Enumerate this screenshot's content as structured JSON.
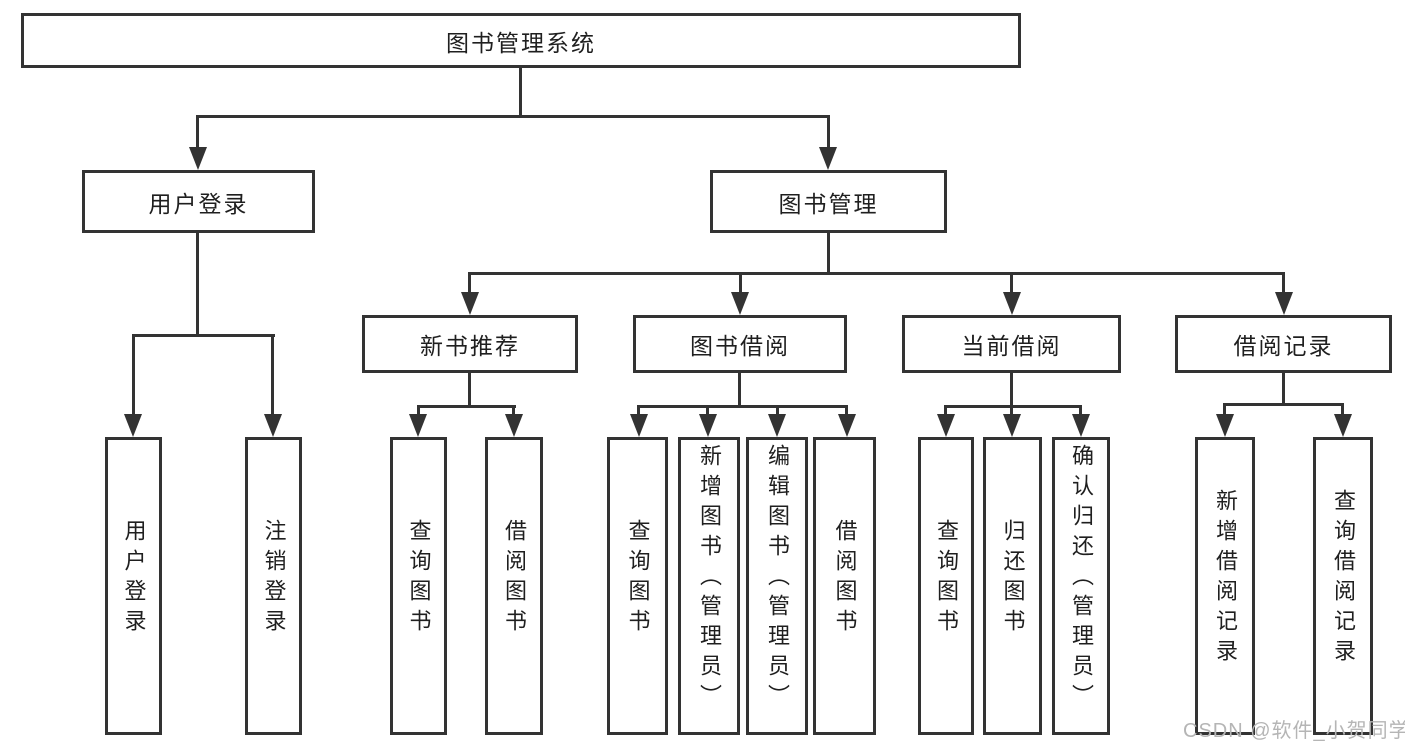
{
  "nodes": {
    "root": "图书管理系统",
    "login": "用户登录",
    "management": "图书管理",
    "recommend": "新书推荐",
    "borrow": "图书借阅",
    "current": "当前借阅",
    "records": "借阅记录",
    "leaves": {
      "login": [
        "用户登录",
        "注销登录"
      ],
      "recommend": [
        "查询图书",
        "借阅图书"
      ],
      "borrow": [
        "查询图书",
        "新增图书（管理员）",
        "编辑图书（管理员）",
        "借阅图书"
      ],
      "current": [
        "查询图书",
        "归还图书",
        "确认归还（管理员）"
      ],
      "records": [
        "新增借阅记录",
        "查询借阅记录"
      ]
    }
  },
  "watermark": "CSDN @软件_小贺同学",
  "colors": {
    "line": "#333333",
    "text": "#1f1f1f",
    "watermark": "#b5b5b5",
    "background": "#ffffff"
  }
}
